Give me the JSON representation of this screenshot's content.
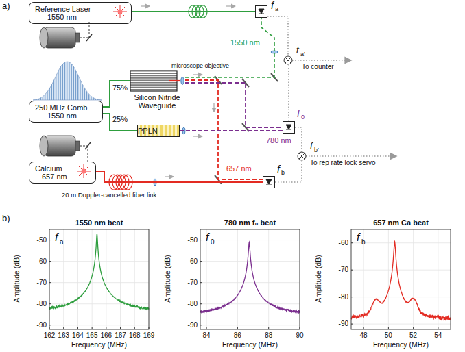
{
  "diagram": {
    "nodes": [
      {
        "text": [
          "Reference Laser",
          "1550 nm"
        ]
      },
      {
        "text": [
          "250 MHz Comb",
          "1550 nm"
        ]
      },
      {
        "text": [
          "Calcium",
          "657 nm"
        ]
      },
      {
        "text": [
          "Silicon Nitride Waveguide"
        ]
      },
      {
        "text": [
          "PPLN"
        ]
      },
      {
        "text": [
          "f",
          "a"
        ]
      },
      {
        "text": [
          "f",
          "0"
        ]
      },
      {
        "text": [
          "f",
          "b"
        ]
      }
    ],
    "edges": [
      {
        "from": 0,
        "to": 5,
        "arrow": "none"
      },
      {
        "from": 1,
        "to": 3,
        "label": "75%",
        "arrow": "none"
      },
      {
        "from": 1,
        "to": 4,
        "label": "25%",
        "arrow": "none"
      },
      {
        "from": 2,
        "to": 7,
        "arrow": "none"
      },
      {
        "from": 3,
        "to": 5,
        "arrow": "none"
      },
      {
        "from": 3,
        "to": 7,
        "arrow": "none"
      },
      {
        "from": 4,
        "to": 6,
        "arrow": "none"
      },
      {
        "from": 3,
        "to": 6,
        "arrow": "none"
      }
    ],
    "labels": [
      "a)",
      "microscope objective",
      "1550 nm",
      "780 nm",
      "657 nm",
      "20 m Doppler-cancelled fiber link",
      "f",
      "a′",
      "To counter",
      "f",
      "b′",
      "To rep rate lock servo",
      "b)",
      "1550 nm beat",
      "780 nm f₀ beat",
      "657 nm Ca beat",
      "f",
      "a",
      "f",
      "0",
      "f",
      "b",
      "Amplitude (dB)",
      "Frequency (MHz)",
      "-50",
      "-60",
      "-70",
      "-80",
      "-90",
      "162",
      "163",
      "164",
      "165",
      "166",
      "167",
      "168",
      "169",
      "Amplitude (dB)",
      "Frequency (MHz)",
      "-50",
      "-60",
      "-70",
      "-80",
      "-90",
      "84",
      "86",
      "88",
      "90",
      "Amplitude (dB)",
      "Frequency (MHz)",
      "-60",
      "-70",
      "-80",
      "-90",
      "48",
      "50",
      "52",
      "54"
    ]
  }
}
